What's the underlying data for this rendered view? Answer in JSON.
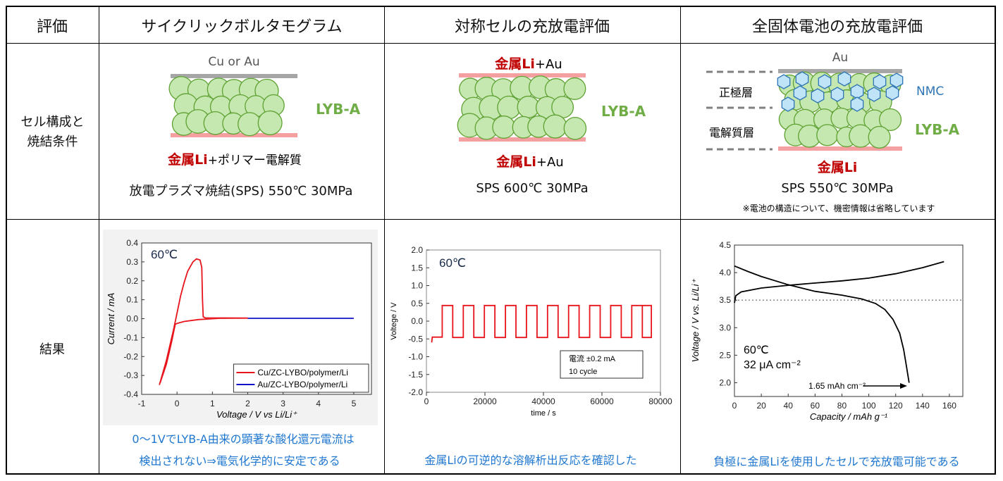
{
  "header": {
    "col1": "評価",
    "col2": "サイクリックボルタモグラム",
    "col3": "対称セルの充放電評価",
    "col4": "全固体電池の充放電評価"
  },
  "row_config": {
    "label": "セル構成と焼結条件",
    "cv": {
      "top_label": "Cu or Au",
      "material": "LYB-A",
      "bottom_red": "金属Li",
      "bottom_rest": "+ポリマー電解質",
      "condition": "放電プラズマ焼結(SPS)  550℃  30MPa"
    },
    "sym": {
      "top_red": "金属Li",
      "top_rest": "+Au",
      "material": "LYB-A",
      "bottom_red": "金属Li",
      "bottom_rest": "+Au",
      "condition": "SPS  600℃  30MPa"
    },
    "asb": {
      "top_label": "Au",
      "layer1": "正極層",
      "layer2": "電解質層",
      "nmc": "NMC",
      "material": "LYB-A",
      "bottom_red": "金属Li",
      "condition": "SPS  550℃  30MPa",
      "note": "※電池の構造について、機密情報は省略しています"
    }
  },
  "row_result": {
    "label": "結果",
    "cv_caption": [
      "0～1VでLYB-A由来の顕著な酸化還元電流は",
      "検出されない⇒電気化学的に安定である"
    ],
    "sym_caption": "金属Liの可逆的な溶解析出反応を確認した",
    "asb_caption": "負極に金属Liを使用したセルで充放電可能である"
  },
  "colors": {
    "accent_red": "#c00000",
    "green": "#70ad47",
    "caption_blue": "#1f77d0",
    "nmc_blue": "#2e75b6"
  },
  "chart_data": [
    {
      "type": "line",
      "title": "",
      "annotation": "60℃",
      "xlabel": "Voltage / V vs Li/Li⁺",
      "ylabel": "Current / mA",
      "xlim": [
        -1,
        5.5
      ],
      "ylim": [
        -0.4,
        0.4
      ],
      "xticks": [
        -1,
        0,
        1,
        2,
        3,
        4,
        5
      ],
      "yticks": [
        -0.4,
        -0.3,
        -0.2,
        -0.1,
        0.0,
        0.1,
        0.2,
        0.3,
        0.4
      ],
      "ydec": 1,
      "legend": "bottom-right",
      "series": [
        {
          "name": "Cu/ZC-LYBO/polymer/Li",
          "color": "#e8141c",
          "points": [
            [
              -0.5,
              -0.35
            ],
            [
              -0.3,
              -0.22
            ],
            [
              -0.1,
              -0.06
            ],
            [
              0,
              0.03
            ],
            [
              0.1,
              0.12
            ],
            [
              0.2,
              0.19
            ],
            [
              0.3,
              0.25
            ],
            [
              0.45,
              0.3
            ],
            [
              0.55,
              0.316
            ],
            [
              0.65,
              0.31
            ],
            [
              0.7,
              0.27
            ],
            [
              0.72,
              0.1
            ],
            [
              0.74,
              0.01
            ],
            [
              0.8,
              0.004
            ],
            [
              2,
              0.003
            ],
            [
              1.2,
              0.002
            ],
            [
              0.6,
              -0.005
            ],
            [
              0.2,
              -0.015
            ],
            [
              0,
              -0.025
            ],
            [
              -0.05,
              -0.03
            ],
            [
              -0.15,
              -0.12
            ],
            [
              -0.3,
              -0.24
            ],
            [
              -0.48,
              -0.34
            ]
          ]
        },
        {
          "name": "Au/ZC-LYBO/polymer/Li",
          "color": "#1010c8",
          "points": [
            [
              2,
              0.002
            ],
            [
              5,
              0.002
            ]
          ]
        }
      ]
    },
    {
      "type": "line",
      "annotation": "60℃",
      "xlabel": "time / s",
      "ylabel": "Voltege / V",
      "xlim": [
        0,
        80000
      ],
      "ylim": [
        -2,
        2
      ],
      "xticks": [
        0,
        20000,
        40000,
        60000,
        80000
      ],
      "yticks": [
        -2,
        -1.5,
        -1,
        -0.5,
        0,
        0.5,
        1,
        1.5,
        2
      ],
      "ydec": 1,
      "legend_box": [
        "電流  ±0.2 mA",
        "10 cycle"
      ],
      "series": [
        {
          "name": "symmetric cell",
          "color": "#e8141c",
          "waveform": {
            "start_s": 1800,
            "first_high_s": 5400,
            "period_s": 7200,
            "cycles": 10,
            "end_s": 74000,
            "high_v": 0.44,
            "low_v": -0.46
          }
        }
      ]
    },
    {
      "type": "line",
      "xlabel": "Capacity / mAh g⁻¹",
      "ylabel": "Voltage / V vs. Li/Li⁺",
      "xlim": [
        0,
        170
      ],
      "ylim": [
        1.75,
        4.5
      ],
      "xticks": [
        0,
        20,
        40,
        60,
        80,
        100,
        120,
        140,
        160
      ],
      "yticks": [
        2.0,
        2.5,
        3.0,
        3.5,
        4.0,
        4.5
      ],
      "ydec": 1,
      "annotations": [
        "60℃",
        "32 μA cm⁻²",
        "1.65 mAh cm⁻²"
      ],
      "reference_line": 3.5,
      "series": [
        {
          "name": "charge",
          "color": "#000000",
          "points": [
            [
              0,
              3.45
            ],
            [
              1,
              3.58
            ],
            [
              5,
              3.65
            ],
            [
              20,
              3.72
            ],
            [
              40,
              3.77
            ],
            [
              60,
              3.81
            ],
            [
              80,
              3.85
            ],
            [
              100,
              3.9
            ],
            [
              120,
              3.98
            ],
            [
              140,
              4.09
            ],
            [
              156,
              4.2
            ]
          ]
        },
        {
          "name": "discharge",
          "color": "#000000",
          "points": [
            [
              0,
              4.12
            ],
            [
              10,
              4.02
            ],
            [
              20,
              3.93
            ],
            [
              40,
              3.78
            ],
            [
              60,
              3.66
            ],
            [
              80,
              3.59
            ],
            [
              95,
              3.52
            ],
            [
              105,
              3.44
            ],
            [
              112,
              3.33
            ],
            [
              118,
              3.15
            ],
            [
              123,
              2.9
            ],
            [
              126,
              2.6
            ],
            [
              128,
              2.3
            ],
            [
              130,
              2.0
            ]
          ]
        }
      ]
    }
  ]
}
